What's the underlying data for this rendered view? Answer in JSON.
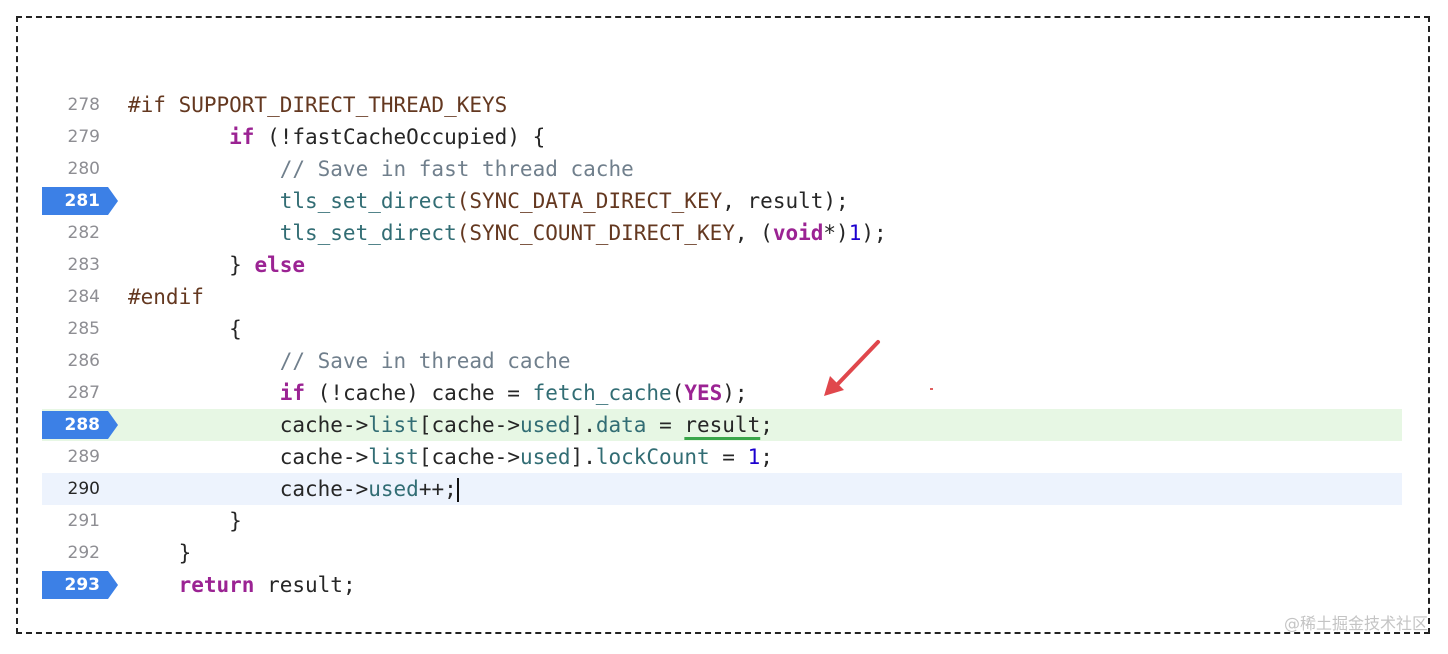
{
  "editor": {
    "lines": [
      {
        "num": "278",
        "breakpoint": false,
        "highlight": "",
        "indent": "",
        "tokens": [
          {
            "t": "#if SUPPORT_DIRECT_THREAD_KEYS",
            "c": "pp"
          }
        ]
      },
      {
        "num": "279",
        "breakpoint": false,
        "highlight": "",
        "indent": "        ",
        "tokens": [
          {
            "t": "if",
            "c": "kw"
          },
          {
            "t": " (!fastCacheOccupied) {",
            "c": ""
          }
        ]
      },
      {
        "num": "280",
        "breakpoint": false,
        "highlight": "",
        "indent": "            ",
        "tokens": [
          {
            "t": "// Save in fast thread cache",
            "c": "cm"
          }
        ]
      },
      {
        "num": "281",
        "breakpoint": true,
        "highlight": "",
        "indent": "            ",
        "tokens": [
          {
            "t": "tls_set_direct",
            "c": "fn"
          },
          {
            "t": "(SYNC_DATA_DIRECT_KEY",
            "c": "mc"
          },
          {
            "t": ", result);",
            "c": ""
          }
        ]
      },
      {
        "num": "282",
        "breakpoint": false,
        "highlight": "",
        "indent": "            ",
        "tokens": [
          {
            "t": "tls_set_direct",
            "c": "fn"
          },
          {
            "t": "(SYNC_COUNT_DIRECT_KEY",
            "c": "mc"
          },
          {
            "t": ", (",
            "c": ""
          },
          {
            "t": "void",
            "c": "kw"
          },
          {
            "t": "*)",
            "c": ""
          },
          {
            "t": "1",
            "c": "nm"
          },
          {
            "t": ");",
            "c": ""
          }
        ]
      },
      {
        "num": "283",
        "breakpoint": false,
        "highlight": "",
        "indent": "        ",
        "tokens": [
          {
            "t": "} ",
            "c": ""
          },
          {
            "t": "else",
            "c": "kw"
          }
        ]
      },
      {
        "num": "284",
        "breakpoint": false,
        "highlight": "",
        "indent": "",
        "tokens": [
          {
            "t": "#endif",
            "c": "pp"
          }
        ]
      },
      {
        "num": "285",
        "breakpoint": false,
        "highlight": "",
        "indent": "        ",
        "tokens": [
          {
            "t": "{",
            "c": ""
          }
        ]
      },
      {
        "num": "286",
        "breakpoint": false,
        "highlight": "",
        "indent": "            ",
        "tokens": [
          {
            "t": "// Save in thread cache",
            "c": "cm"
          }
        ]
      },
      {
        "num": "287",
        "breakpoint": false,
        "highlight": "",
        "indent": "            ",
        "tokens": [
          {
            "t": "if",
            "c": "kw"
          },
          {
            "t": " (!cache) cache = ",
            "c": ""
          },
          {
            "t": "fetch_cache",
            "c": "fn"
          },
          {
            "t": "(",
            "c": ""
          },
          {
            "t": "YES",
            "c": "kw"
          },
          {
            "t": ");",
            "c": ""
          }
        ]
      },
      {
        "num": "288",
        "breakpoint": true,
        "highlight": "exec",
        "indent": "            ",
        "tokens": [
          {
            "t": "cache->",
            "c": ""
          },
          {
            "t": "list",
            "c": "fn"
          },
          {
            "t": "[cache->",
            "c": ""
          },
          {
            "t": "used",
            "c": "fn"
          },
          {
            "t": "].",
            "c": ""
          },
          {
            "t": "data",
            "c": "fn"
          },
          {
            "t": " = ",
            "c": ""
          },
          {
            "t": "result",
            "c": "ul"
          },
          {
            "t": ";",
            "c": ""
          }
        ]
      },
      {
        "num": "289",
        "breakpoint": false,
        "highlight": "",
        "indent": "            ",
        "tokens": [
          {
            "t": "cache->",
            "c": ""
          },
          {
            "t": "list",
            "c": "fn"
          },
          {
            "t": "[cache->",
            "c": ""
          },
          {
            "t": "used",
            "c": "fn"
          },
          {
            "t": "].",
            "c": ""
          },
          {
            "t": "lockCount",
            "c": "fn"
          },
          {
            "t": " = ",
            "c": ""
          },
          {
            "t": "1",
            "c": "nm"
          },
          {
            "t": ";",
            "c": ""
          }
        ]
      },
      {
        "num": "290",
        "breakpoint": false,
        "highlight": "cursor",
        "indent": "            ",
        "tokens": [
          {
            "t": "cache->",
            "c": ""
          },
          {
            "t": "used",
            "c": "fn"
          },
          {
            "t": "++;",
            "c": ""
          }
        ],
        "caret": true
      },
      {
        "num": "291",
        "breakpoint": false,
        "highlight": "",
        "indent": "        ",
        "tokens": [
          {
            "t": "}",
            "c": ""
          }
        ]
      },
      {
        "num": "292",
        "breakpoint": false,
        "highlight": "",
        "indent": "    ",
        "tokens": [
          {
            "t": "}",
            "c": ""
          }
        ]
      },
      {
        "num": "293",
        "breakpoint": true,
        "highlight": "",
        "indent": "    ",
        "tokens": [
          {
            "t": "return",
            "c": "kw"
          },
          {
            "t": " result;",
            "c": ""
          }
        ]
      }
    ]
  },
  "annotation": {
    "arrow_color": "#e0474c"
  },
  "watermark": "@稀土掘金技术社区"
}
